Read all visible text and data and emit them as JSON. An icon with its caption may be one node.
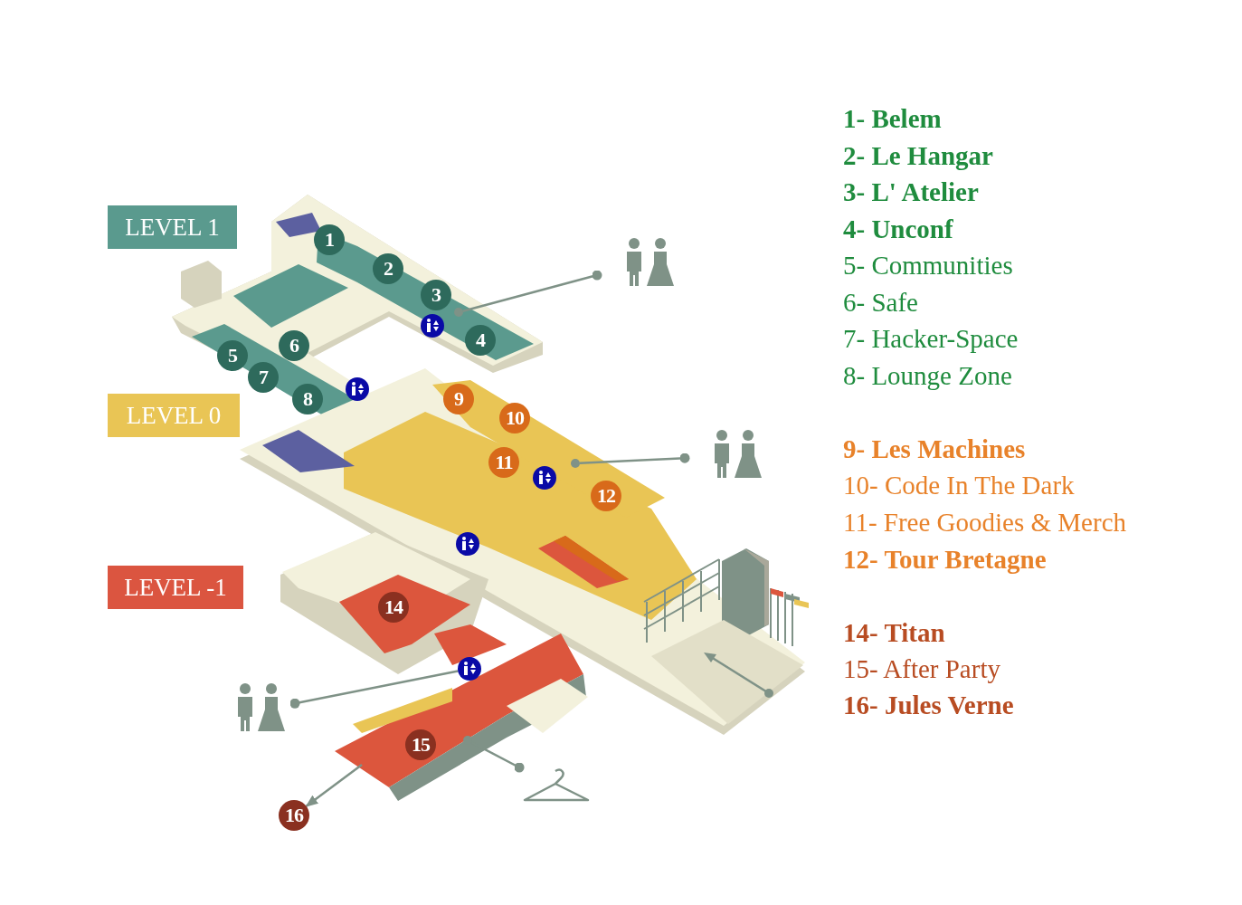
{
  "diagram": {
    "nodes": [
      {
        "text": [
          "LEVEL 1"
        ]
      },
      {
        "text": [
          "LEVEL 0"
        ]
      },
      {
        "text": [
          "LEVEL -1"
        ]
      },
      {
        "text": [
          "1"
        ]
      },
      {
        "text": [
          "2"
        ]
      },
      {
        "text": [
          "3"
        ]
      },
      {
        "text": [
          "4"
        ]
      },
      {
        "text": [
          "5"
        ]
      },
      {
        "text": [
          "6"
        ]
      },
      {
        "text": [
          "7"
        ]
      },
      {
        "text": [
          "8"
        ]
      },
      {
        "text": [
          "9"
        ]
      },
      {
        "text": [
          "10"
        ]
      },
      {
        "text": [
          "11"
        ]
      },
      {
        "text": [
          "12"
        ]
      },
      {
        "text": [
          "14"
        ]
      },
      {
        "text": [
          "15"
        ]
      },
      {
        "text": [
          "16"
        ]
      },
      {
        "text": [],
        "shape": "person"
      },
      {
        "text": [],
        "shape": "person"
      },
      {
        "text": [],
        "shape": "person"
      },
      {
        "text": [],
        "shape": "picture"
      },
      {
        "text": [],
        "shape": "circle"
      },
      {
        "text": [],
        "shape": "circle"
      },
      {
        "text": [],
        "shape": "picture"
      },
      {
        "text": [],
        "shape": "circle"
      }
    ],
    "edges": [
      {
        "from": 18,
        "to": 22,
        "arrow": "other"
      },
      {
        "from": 19,
        "to": 23,
        "arrow": "other"
      },
      {
        "from": 20,
        "to": 24,
        "arrow": "other"
      },
      {
        "from": 21,
        "to": 25,
        "arrow": "other"
      },
      {
        "from": null,
        "to": 17,
        "arrow": "to"
      }
    ],
    "labels": [
      "1- Belem",
      "2- Le Hangar",
      "3- L' Atelier",
      "4- Unconf",
      "5- Communities",
      "6- Safe",
      "7- Hacker-Space",
      "8- Lounge Zone",
      "9- Les Machines",
      "10- Code In The Dark",
      "11- Free Goodies & Merch",
      "12- Tour Bretagne",
      "14- Titan",
      "15- After Party",
      "16- Jules Verne"
    ]
  }
}
